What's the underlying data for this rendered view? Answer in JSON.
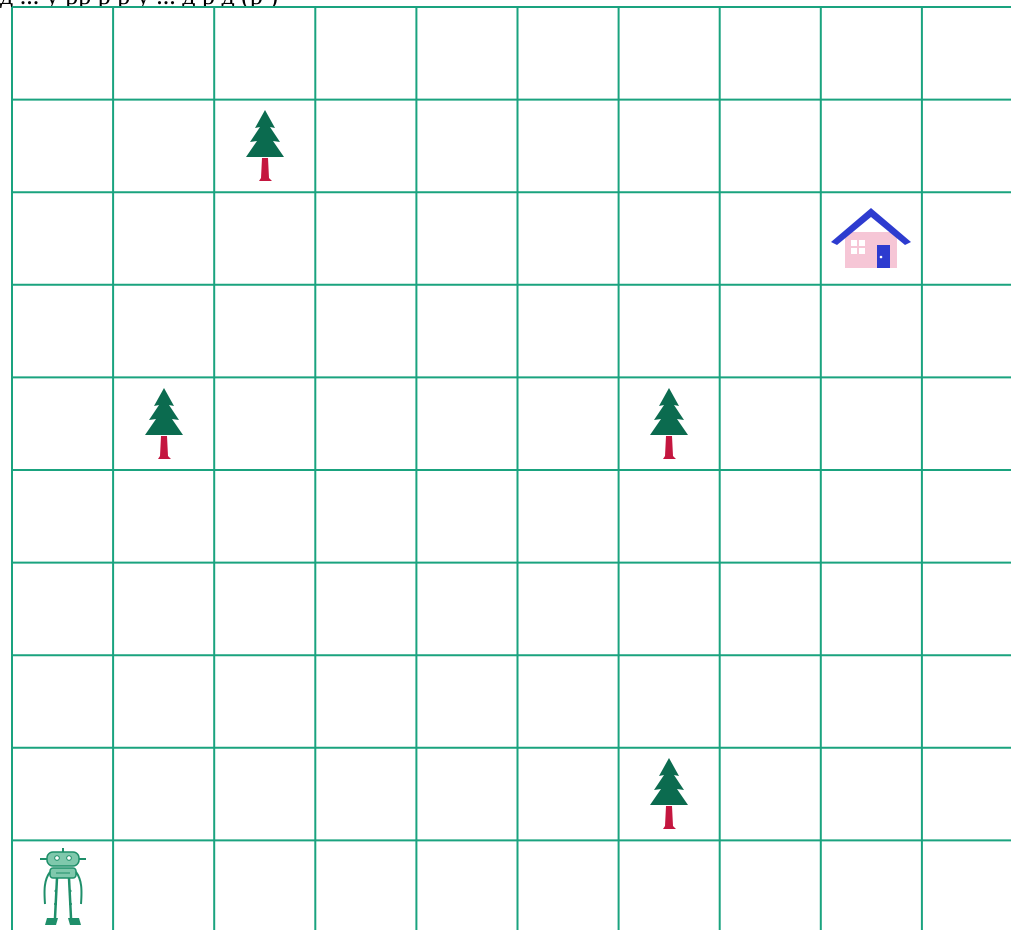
{
  "caption": {
    "text": "д ... у рр р р у ... д р д (р )"
  },
  "board": {
    "columns": 10,
    "rows": 10,
    "grid_color": "#1aa37f",
    "background": "#ffffff"
  },
  "pieces": [
    {
      "id": "tree-1",
      "kind": "tree",
      "row": 1,
      "col": 2
    },
    {
      "id": "house",
      "kind": "house",
      "row": 2,
      "col": 8
    },
    {
      "id": "tree-2",
      "kind": "tree",
      "row": 4,
      "col": 1
    },
    {
      "id": "tree-3",
      "kind": "tree",
      "row": 4,
      "col": 6
    },
    {
      "id": "tree-4",
      "kind": "tree",
      "row": 8,
      "col": 6
    },
    {
      "id": "robot",
      "kind": "robot",
      "row": 9,
      "col": 0
    }
  ],
  "colors": {
    "tree_crown": "#0b6b4f",
    "tree_trunk": "#c4163f",
    "house_roof": "#2d3bcf",
    "house_wall": "#f6c6d6",
    "house_door": "#2d3bcf",
    "robot_body": "#7fc8ac",
    "robot_outline": "#1f8f6a"
  }
}
